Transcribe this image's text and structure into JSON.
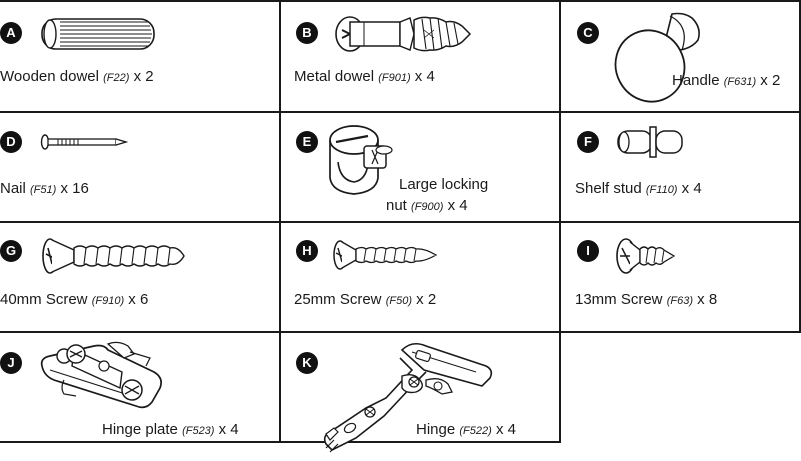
{
  "parts": [
    {
      "letter": "A",
      "name": "Wooden dowel",
      "code": "(F22)",
      "qty": "x 2",
      "icon": "wooden-dowel-icon"
    },
    {
      "letter": "B",
      "name": "Metal dowel",
      "code": "(F901)",
      "qty": "x 4",
      "icon": "metal-dowel-icon"
    },
    {
      "letter": "C",
      "name": "Handle",
      "code": "(F631)",
      "qty": "x 2",
      "icon": "handle-icon"
    },
    {
      "letter": "D",
      "name": "Nail",
      "code": "(F51)",
      "qty": "x 16",
      "icon": "nail-icon"
    },
    {
      "letter": "E",
      "name": "Large locking",
      "name2": "nut",
      "code": "(F900)",
      "qty": "x 4",
      "icon": "locking-nut-icon"
    },
    {
      "letter": "F",
      "name": "Shelf stud",
      "code": "(F110)",
      "qty": "x 4",
      "icon": "shelf-stud-icon"
    },
    {
      "letter": "G",
      "name": "40mm Screw",
      "code": "(F910)",
      "qty": "x 6",
      "icon": "screw-40mm-icon"
    },
    {
      "letter": "H",
      "name": "25mm Screw",
      "code": "(F50)",
      "qty": "x 2",
      "icon": "screw-25mm-icon"
    },
    {
      "letter": "I",
      "name": "13mm Screw",
      "code": "(F63)",
      "qty": "x 8",
      "icon": "screw-13mm-icon"
    },
    {
      "letter": "J",
      "name": "Hinge plate",
      "code": "(F523)",
      "qty": "x 4",
      "icon": "hinge-plate-icon"
    },
    {
      "letter": "K",
      "name": "Hinge",
      "code": "(F522)",
      "qty": "x 4",
      "icon": "hinge-icon"
    }
  ],
  "colors": {
    "ink": "#1a1a1a",
    "badge": "#111111",
    "background": "#ffffff"
  }
}
